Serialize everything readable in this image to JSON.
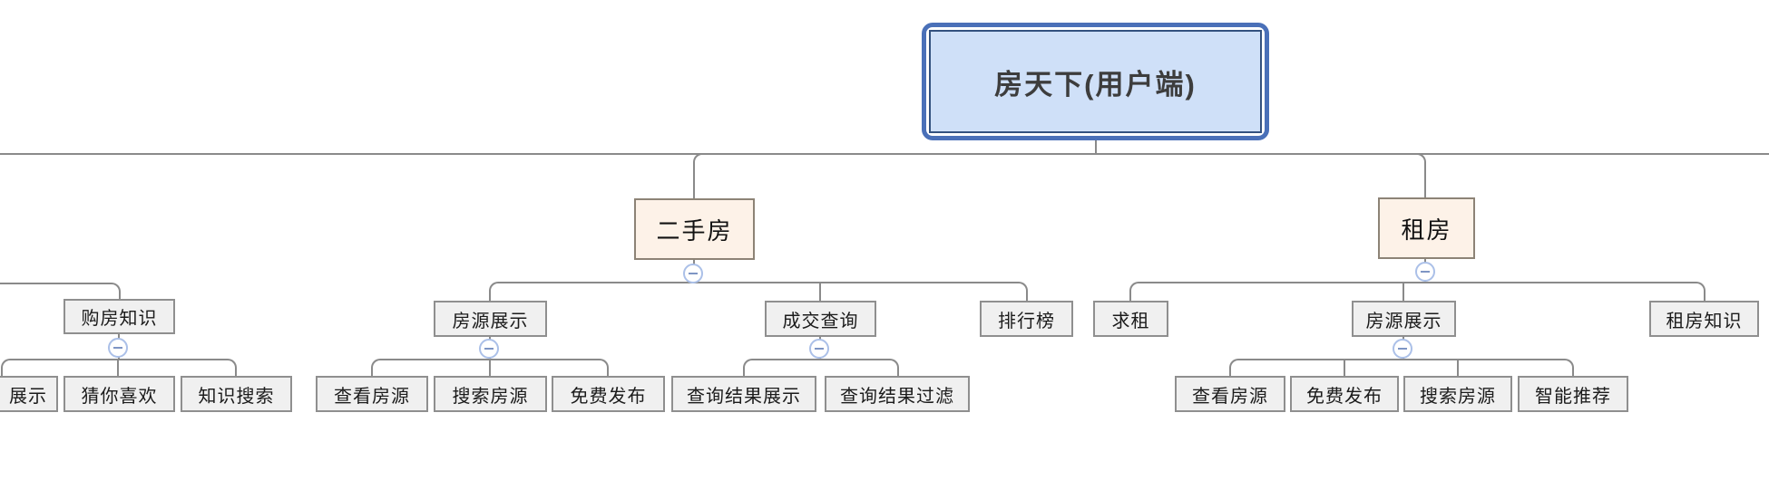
{
  "diagram": {
    "root": {
      "label": "房天下(用户端)"
    },
    "offscreen_left": {
      "knowledge": {
        "label": "购房知识",
        "children": [
          "展示",
          "猜你喜欢",
          "知识搜索"
        ]
      }
    },
    "secondhand": {
      "label": "二手房",
      "children": [
        {
          "label": "房源展示",
          "children": [
            "查看房源",
            "搜索房源",
            "免费发布"
          ]
        },
        {
          "label": "成交查询",
          "children": [
            "查询结果展示",
            "查询结果过滤"
          ]
        },
        {
          "label": "排行榜",
          "children": []
        }
      ]
    },
    "rent": {
      "label": "租房",
      "children": [
        {
          "label": "求租",
          "children": []
        },
        {
          "label": "房源展示",
          "children": [
            "查看房源",
            "免费发布",
            "搜索房源",
            "智能推荐"
          ]
        },
        {
          "label": "租房知识",
          "children": []
        }
      ]
    }
  },
  "ui": {
    "collapse_icon": "minus"
  },
  "colors": {
    "root_border": "#4a70b8",
    "root_inner_border": "#33517f",
    "root_fill": "#cfe0f8",
    "branch_fill": "#fdf2e8",
    "branch_border": "#8d8376",
    "node_fill": "#f0f0f0",
    "node_border": "#8f8f8f",
    "connector": "#8a8a8a",
    "collapse_border": "#abc0e8",
    "collapse_minus": "#7e95c4"
  }
}
